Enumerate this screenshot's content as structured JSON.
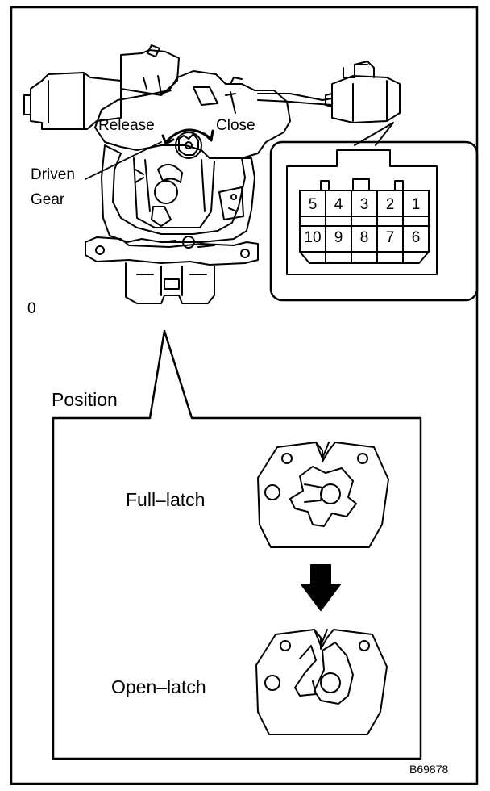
{
  "labels": {
    "release": "Release",
    "close": "Close",
    "driven_gear_1": "Driven",
    "driven_gear_2": "Gear",
    "zero": "0",
    "position": "Position",
    "full_latch": "Full–latch",
    "open_latch": "Open–latch",
    "code": "B69878"
  },
  "connector": {
    "top_row": [
      "5",
      "4",
      "3",
      "2",
      "1"
    ],
    "bottom_row": [
      "10",
      "9",
      "8",
      "7",
      "6"
    ]
  }
}
